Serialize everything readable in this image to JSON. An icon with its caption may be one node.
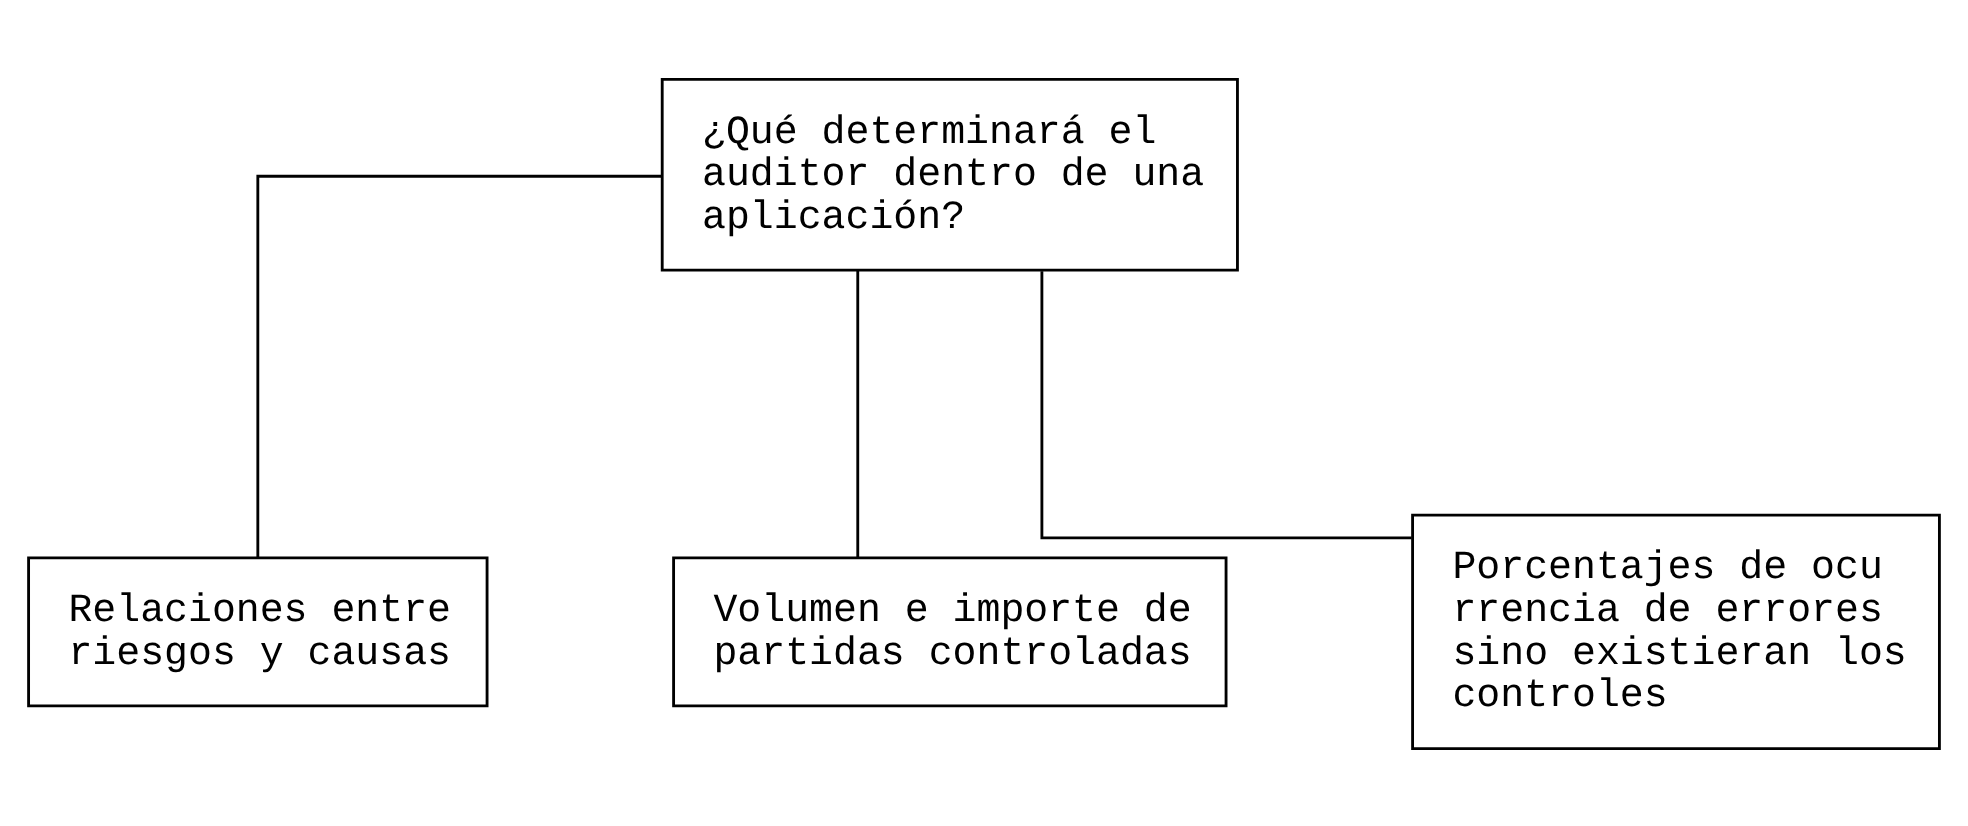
{
  "diagram": {
    "nodes": [
      {
        "text": [
          "¿Qué determinará el auditor dentro de una aplicación?"
        ]
      },
      {
        "text": [
          "Relaciones entre riesgos y causas"
        ]
      },
      {
        "text": [
          "Volumen e importe de partidas controladas"
        ]
      },
      {
        "text": [
          "Porcentajes de ocu rrencia de errores sino existieran los controles"
        ]
      }
    ],
    "edges": [
      {
        "from": 0,
        "to": 1,
        "arrow": "none"
      },
      {
        "from": 0,
        "to": 2,
        "arrow": "none"
      },
      {
        "from": 0,
        "to": 3,
        "arrow": "none"
      }
    ]
  }
}
